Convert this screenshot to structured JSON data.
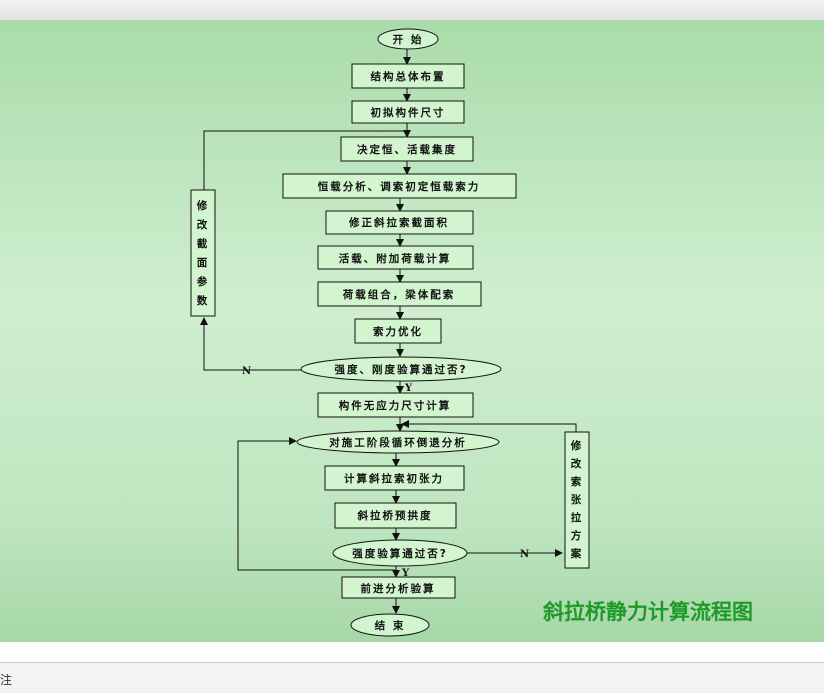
{
  "diagram": {
    "title": "斜拉桥静力计算流程图",
    "nodes": {
      "start": "开 始",
      "layout": "结构总体布置",
      "size": "初拟构件尺寸",
      "loads": "决定恒、活载集度",
      "deadload": "恒载分析、调索初定恒载索力",
      "cable_area": "修正斜拉索截面积",
      "live": "活载、附加荷载计算",
      "combo": "荷载组合，梁体配索",
      "optimize": "索力优化",
      "check1": "强度、刚度验算通过否?",
      "stressfree": "构件无应力尺寸计算",
      "backward": "对施工阶段循环倒退分析",
      "tension": "计算斜拉索初张力",
      "camber": "斜拉桥预拱度",
      "check2": "强度验算通过否?",
      "forward": "前进分析验算",
      "end": "结 束",
      "modify_section": [
        "修",
        "改",
        "截",
        "面",
        "参",
        "数"
      ],
      "modify_tension": [
        "修",
        "改",
        "索",
        "张",
        "拉",
        "方",
        "案"
      ]
    },
    "labels": {
      "no1": "N",
      "yes1": "Y",
      "no2": "N",
      "yes2": "Y"
    }
  },
  "notes": {
    "label": "注"
  }
}
